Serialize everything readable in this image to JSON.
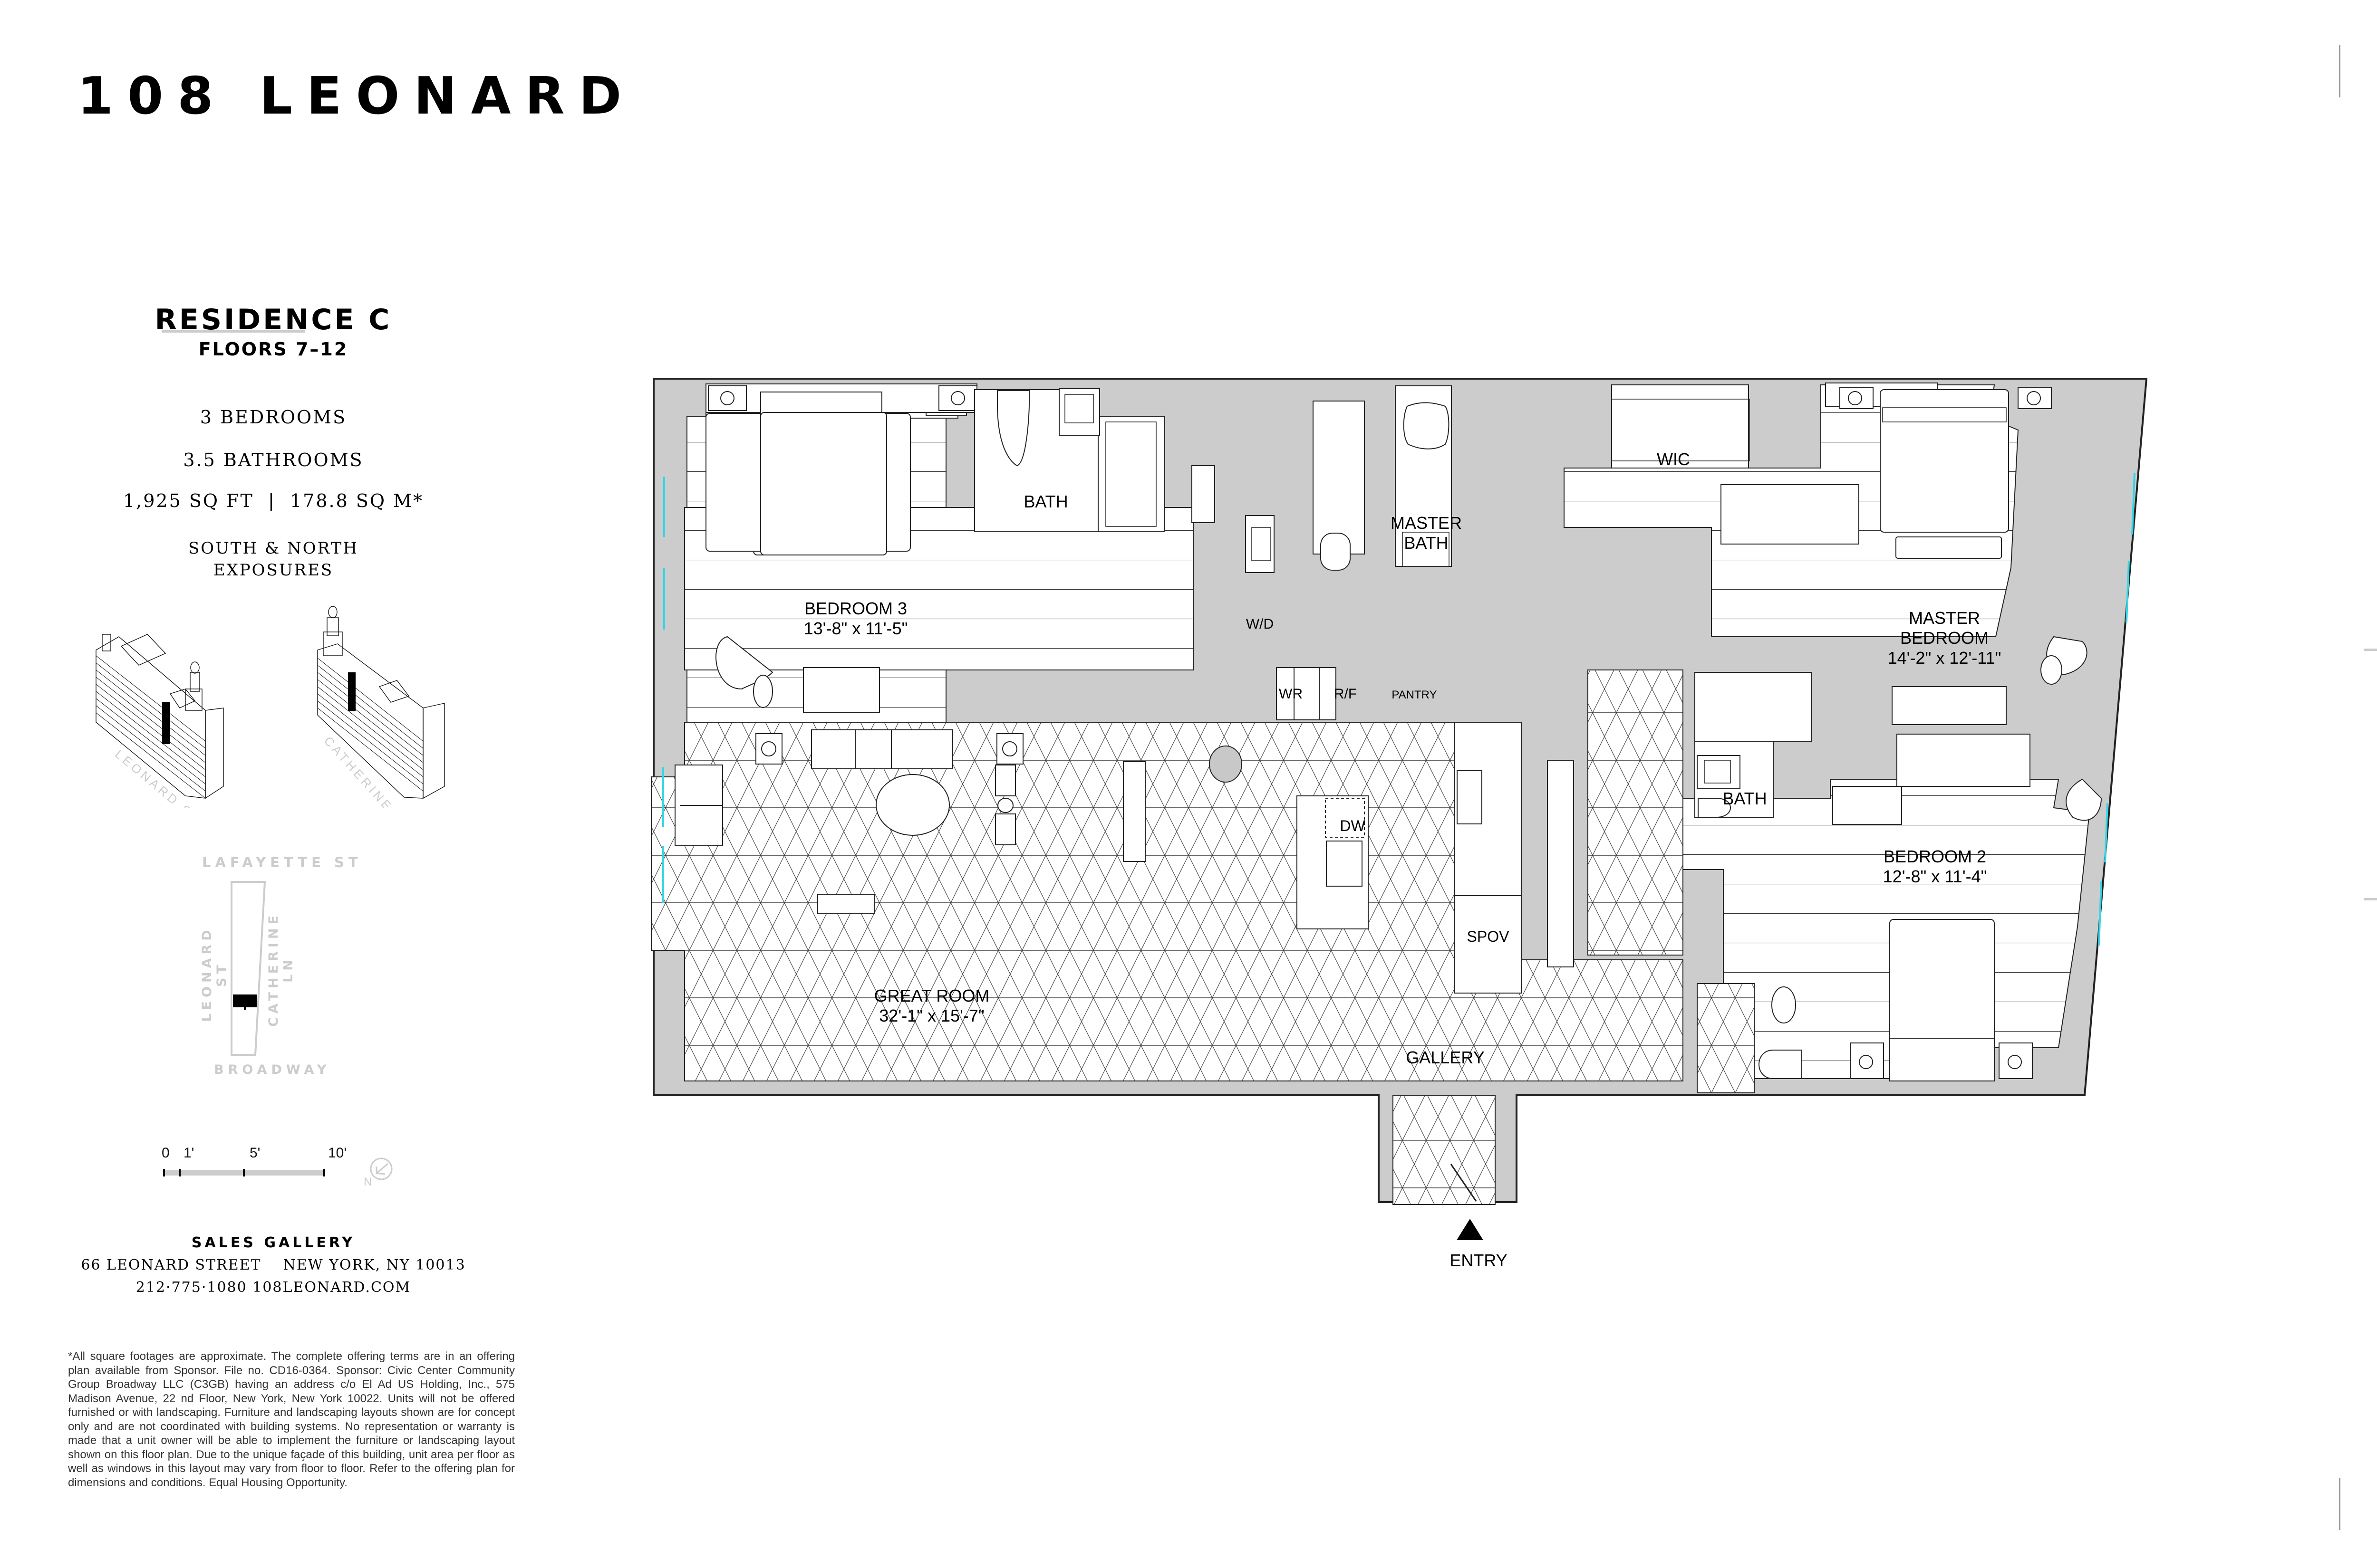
{
  "brand": {
    "title": "108 LEONARD"
  },
  "residence": {
    "title": "RESIDENCE C",
    "floors": "FLOORS 7–12",
    "bedrooms": "3 BEDROOMS",
    "bathrooms": "3.5 BATHROOMS",
    "area": "1,925 SQ FT  |  178.8 SQ M*",
    "exposures_line1": "SOUTH & NORTH",
    "exposures_line2": "EXPOSURES"
  },
  "key_plan": {
    "isometric_labels": [
      "LEONARD ST",
      "CATHERINE LN"
    ],
    "site_labels": {
      "north": "LAFAYETTE ST",
      "west": "LEONARD ST",
      "east": "CATHERINE LN",
      "south": "BROADWAY"
    }
  },
  "scale_bar": {
    "ticks": [
      "0",
      "1'",
      "5'",
      "10'"
    ],
    "north_label": "N",
    "north_icon": "north-arrow-icon"
  },
  "sales_gallery": {
    "title": "SALES GALLERY",
    "address": "66 LEONARD STREET    NEW YORK, NY 10013",
    "contact": "212·775·1080  108LEONARD.COM"
  },
  "disclaimer": "*All square footages are approximate. The complete offering terms are in an offering plan available from Sponsor. File no. CD16-0364. Sponsor: Civic Center Community Group Broadway LLC (C3GB) having an address c/o El Ad US Holding, Inc., 575 Madison Avenue, 22 nd Floor, New York, New York 10022. Units will not be offered furnished or with landscaping. Furniture and landscaping layouts shown are for concept only and are not coordinated with building systems. No representation or warranty is made that a unit owner will be able to implement the furniture or landscaping layout shown on this floor plan. Due to the unique façade of this building, unit area per floor as well as windows in this layout may vary from floor to floor. Refer to the offering plan for dimensions and conditions. Equal Housing Opportunity.",
  "side_rail": [
    "RESIDENCE C",
    "FLOORS 7–12",
    "3 BEDROOMS"
  ],
  "floor_plan": {
    "colors": {
      "wall": "#cccccc",
      "line": "#222222",
      "glass": "#33d6e8",
      "floor": "#ffffff"
    },
    "rooms": [
      {
        "name": "BEDROOM 3",
        "dim": "13'-8\" x 11'-5\""
      },
      {
        "name": "BATH",
        "dim": ""
      },
      {
        "name": "W/D",
        "dim": ""
      },
      {
        "name": "MASTER\nBATH",
        "dim": ""
      },
      {
        "name": "WIC",
        "dim": ""
      },
      {
        "name": "MASTER\nBEDROOM",
        "dim": "14'-2\" x 12'-11\""
      },
      {
        "name": "WR",
        "dim": ""
      },
      {
        "name": "R/F",
        "dim": ""
      },
      {
        "name": "PANTRY",
        "dim": ""
      },
      {
        "name": "DW",
        "dim": ""
      },
      {
        "name": "SPOV",
        "dim": ""
      },
      {
        "name": "BATH",
        "dim": ""
      },
      {
        "name": "BEDROOM 2",
        "dim": "12'-8\" x 11'-4\""
      },
      {
        "name": "GREAT ROOM",
        "dim": "32'-1\" x 15'-7\""
      },
      {
        "name": "GALLERY",
        "dim": ""
      }
    ],
    "entry_label": "ENTRY"
  }
}
